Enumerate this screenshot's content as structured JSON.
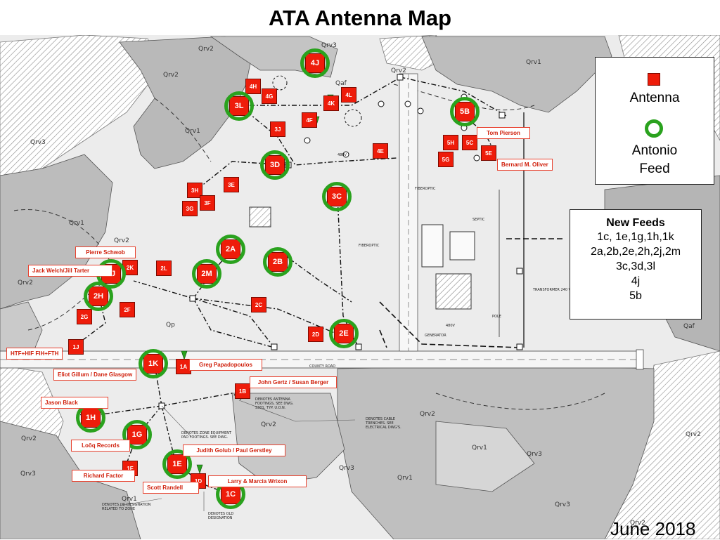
{
  "title": "ATA Antenna Map",
  "legend": {
    "antenna_label": "Antenna",
    "feed_label_line1": "Antonio",
    "feed_label_line2": "Feed",
    "antenna_color": "#ee1c0a",
    "feed_color": "#2aa21e"
  },
  "new_feeds": {
    "heading": "New Feeds",
    "lines": [
      "1c, 1e,1g,1h,1k",
      "2a,2b,2e,2h,2j,2m",
      "3c,3d,3l",
      "4j",
      "5b"
    ]
  },
  "date": "June 2018",
  "antennas": [
    {
      "id": "4J",
      "big": true
    },
    {
      "id": "4H"
    },
    {
      "id": "4G"
    },
    {
      "id": "3L",
      "big": true
    },
    {
      "id": "4L"
    },
    {
      "id": "4K"
    },
    {
      "id": "4F"
    },
    {
      "id": "3J"
    },
    {
      "id": "4E"
    },
    {
      "id": "3D",
      "big": true
    },
    {
      "id": "5B",
      "big": true
    },
    {
      "id": "5H"
    },
    {
      "id": "5C"
    },
    {
      "id": "5G"
    },
    {
      "id": "5E"
    },
    {
      "id": "3H"
    },
    {
      "id": "3G"
    },
    {
      "id": "3F"
    },
    {
      "id": "3E"
    },
    {
      "id": "3C",
      "big": true
    },
    {
      "id": "2A",
      "big": true
    },
    {
      "id": "2B",
      "big": true
    },
    {
      "id": "2J",
      "big": true
    },
    {
      "id": "2K"
    },
    {
      "id": "2L"
    },
    {
      "id": "2M",
      "big": true
    },
    {
      "id": "2H",
      "big": true
    },
    {
      "id": "2F"
    },
    {
      "id": "2G"
    },
    {
      "id": "2C"
    },
    {
      "id": "2D"
    },
    {
      "id": "2E",
      "big": true
    },
    {
      "id": "1J"
    },
    {
      "id": "1K",
      "big": true
    },
    {
      "id": "1A"
    },
    {
      "id": "1B"
    },
    {
      "id": "1H",
      "big": true
    },
    {
      "id": "1G",
      "big": true
    },
    {
      "id": "1F"
    },
    {
      "id": "1E",
      "big": true
    },
    {
      "id": "1D"
    },
    {
      "id": "1C",
      "big": true
    }
  ],
  "owners": [
    "Tom Pierson",
    "Bernard M. Oliver",
    "Pierre Schwob",
    "Jack Welch/Jill Tarter",
    "HTF+HIF FIH+FTH",
    "Greg Papadopoulos",
    "Eliot Gillum / Dane Glasgow",
    "John Gertz / Susan Berger",
    "Jason Black",
    "Loōq Records",
    "Judith Golub / Paul Gerstley",
    "Richard Factor",
    "Scott Randell",
    "Larry & Marcia Wrixon"
  ],
  "map_labels": [
    "Qrv3",
    "Qrv2",
    "Qrv2",
    "Qrv1",
    "Qrv2",
    "Qrv1",
    "Qrv3",
    "Qaf",
    "Qrv1",
    "Qrv2",
    "Qrv2",
    "Qp",
    "Qaf",
    "Qrv2",
    "Qrv2",
    "Qrv2",
    "Qrv1",
    "Qrv3",
    "Qrv3",
    "Qrv2",
    "Qrv1",
    "Qrv3",
    "Qrv1",
    "Qrv3",
    "Qrv2"
  ],
  "survey_labels": [
    "DENOTES ANTENNA FOOTINGS, SEE DWG. S301, TYP. U.O.N.",
    "DENOTES ZONE EQUIPMENT PAD FOOTINGS. SEE DWG.",
    "DENOTES CABLE TRENCHES. SEE ELECTRICAL DWG'S.",
    "DENOTES (N) DESIGNATION RELATED TO ZONE",
    "DENOTES OLD DESIGNATION",
    "GENERATOR",
    "SEPTIC",
    "FIBEROPTIC",
    "FIBEROPTIC",
    "480V",
    "480V",
    "TRANSFORMER 240 V",
    "POLE",
    "COUNTY ROAD"
  ]
}
